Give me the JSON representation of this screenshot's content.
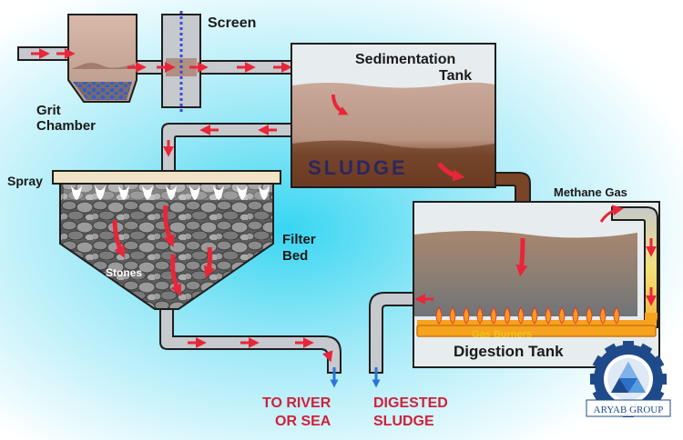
{
  "labels": {
    "screen": "Screen",
    "grit_line1": "Grit",
    "grit_line2": "Chamber",
    "sed_line1": "Sedimentation",
    "sed_line2": "Tank",
    "sludge": "SLUDGE",
    "spray": "Spray",
    "filter_line1": "Filter",
    "filter_line2": "Bed",
    "stones": "Stones",
    "methane": "Methane Gas",
    "gas_burners": "Gas Burners",
    "digestion": "Digestion Tank",
    "river_line1": "TO RIVER",
    "river_line2": "OR SEA",
    "digested_line1": "DIGESTED",
    "digested_line2": "SLUDGE"
  },
  "logo": {
    "text": "ARYAB GROUP"
  },
  "colors": {
    "pipe": "#c6c9cd",
    "pipe_outline": "#1e1e1e",
    "arrow": "#e8263a",
    "sewage": "#a98f80",
    "sludge": "#6e3f24",
    "flame": "#f39a1a",
    "burner": "#f6a21e",
    "outlet": "#2a76d8",
    "logo_blue": "#1f4a8a"
  }
}
